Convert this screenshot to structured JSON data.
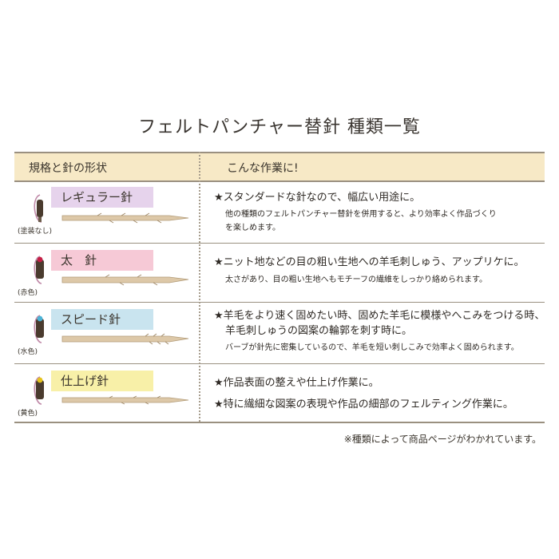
{
  "page_title": "フェルトパンチャー替針  種類一覧",
  "table": {
    "header_left": "規格と針の形状",
    "header_right": "こんな作業に!"
  },
  "needles": [
    {
      "name": "レギュラー針",
      "tip_color_label": "(塗装なし)",
      "label_bg": "#e6d3ec",
      "tip_color": "#5a4a3a",
      "main_lines": [
        "★スタンダードな針なので、幅広い用途に。"
      ],
      "sub_lines": [
        "他の種類のフェルトパンチャー替針を併用すると、より効率よく作品づくり",
        "を楽しめます。"
      ]
    },
    {
      "name": "太　針",
      "tip_color_label": "(赤色)",
      "label_bg": "#f6c9d6",
      "tip_color": "#c51f45",
      "main_lines": [
        "★ニット地などの目の粗い生地への羊毛刺しゅう、アップリケに。"
      ],
      "sub_lines": [
        "太さがあり、目の粗い生地へもモチーフの繊維をしっかり絡められます。"
      ]
    },
    {
      "name": "スピード針",
      "tip_color_label": "(水色)",
      "label_bg": "#c9e4ef",
      "tip_color": "#4bb3d6",
      "main_lines": [
        "★羊毛をより速く固めたい時、固めた羊毛に模様やへこみをつける時、",
        "羊毛刺しゅうの図案の輪郭を刺す時に。"
      ],
      "sub_lines": [
        "バーブが針先に密集しているので、羊毛を短い刺しこみで効率よく固められます。"
      ]
    },
    {
      "name": "仕上げ針",
      "tip_color_label": "(黄色)",
      "label_bg": "#f8f0a8",
      "tip_color": "#e5c21c",
      "main_lines": [
        "★作品表面の整えや仕上げ作業に。",
        "★特に繊細な図案の表現や作品の細部のフェルティング作業に。"
      ],
      "sub_lines": []
    }
  ],
  "footnote": "※種類によって商品ページがわかれています。"
}
